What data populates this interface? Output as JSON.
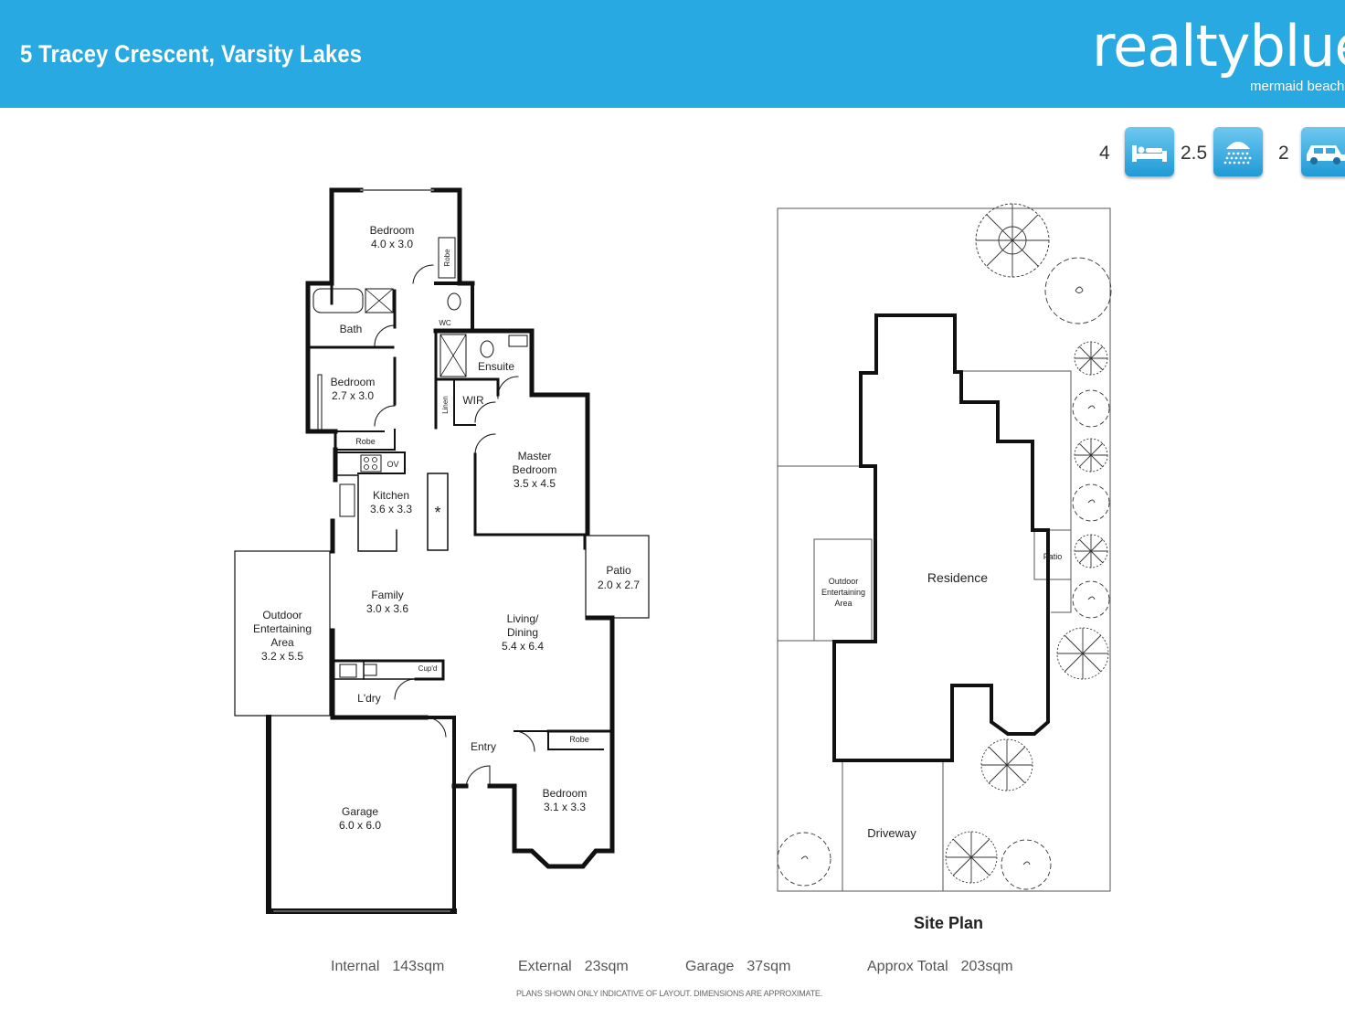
{
  "header": {
    "title": "5 Tracey Crescent, Varsity Lakes",
    "brand": "realtyblue",
    "brand_sub": "mermaid beach"
  },
  "features": {
    "bedrooms": "4",
    "bathrooms": "2.5",
    "cars": "2",
    "icons": [
      "bed-icon",
      "shower-icon",
      "car-icon"
    ]
  },
  "floor_plan": {
    "bedroom1": {
      "name": "Bedroom",
      "dims": "4.0 x 3.0"
    },
    "robe1": "Robe",
    "bath": "Bath",
    "wc": "WC",
    "bedroom2": {
      "name": "Bedroom",
      "dims": "2.7 x 3.0"
    },
    "robe2": "Robe",
    "ensuite": "Ensuite",
    "linen": "Linen",
    "wir": "WIR",
    "master": {
      "name1": "Master",
      "name2": "Bedroom",
      "dims": "3.5 x 4.5"
    },
    "ov": "OV",
    "kitchen": {
      "name": "Kitchen",
      "dims": "3.6 x 3.3"
    },
    "patio": {
      "name": "Patio",
      "dims": "2.0 x 2.7"
    },
    "outdoor": {
      "l1": "Outdoor",
      "l2": "Entertaining",
      "l3": "Area",
      "dims": "3.2 x 5.5"
    },
    "family": {
      "name": "Family",
      "dims": "3.0 x 3.6"
    },
    "living": {
      "l1": "Living/",
      "l2": "Dining",
      "dims": "5.4 x 6.4"
    },
    "cupd": "Cup'd",
    "ldry": "L'dry",
    "entry": "Entry",
    "robe3": "Robe",
    "bedroom3": {
      "name": "Bedroom",
      "dims": "3.1 x 3.3"
    },
    "garage": {
      "name": "Garage",
      "dims": "6.0 x 6.0"
    }
  },
  "site_plan": {
    "title": "Site Plan",
    "residence": "Residence",
    "patio": "Patio",
    "outdoor": {
      "l1": "Outdoor",
      "l2": "Entertaining",
      "l3": "Area"
    },
    "driveway": "Driveway"
  },
  "areas": [
    {
      "label": "Internal",
      "value": "143sqm"
    },
    {
      "label": "External",
      "value": "23sqm"
    },
    {
      "label": "Garage",
      "value": "37sqm"
    },
    {
      "label": "Approx Total",
      "value": "203sqm"
    }
  ],
  "disclaimer": "PLANS SHOWN ONLY INDICATIVE OF LAYOUT.  DIMENSIONS ARE APPROXIMATE.",
  "colors": {
    "header": "#29a9e1",
    "wall": "#111111"
  }
}
